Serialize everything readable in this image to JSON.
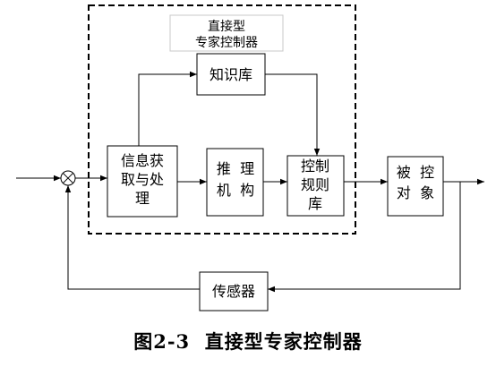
{
  "diagram": {
    "title": {
      "line1": "直接型",
      "line2": "专家控制器"
    },
    "nodes": {
      "knowledge_base": {
        "lines": [
          "知识库"
        ]
      },
      "info_acquisition": {
        "lines": [
          "信息获",
          "取与处",
          "理"
        ]
      },
      "inference_engine": {
        "lines": [
          "推  理",
          "机  构"
        ]
      },
      "control_rule_base": {
        "lines": [
          "控制",
          "规则",
          "库"
        ]
      },
      "controlled_object": {
        "lines": [
          "被  控",
          "对  象"
        ]
      },
      "sensor": {
        "lines": [
          "传感器"
        ]
      }
    }
  },
  "caption": {
    "figure_number": "图2-3",
    "title": "直接型专家控制器"
  }
}
